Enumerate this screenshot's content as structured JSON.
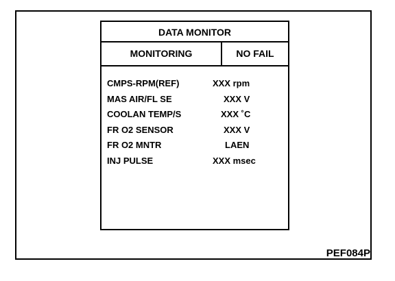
{
  "screen": {
    "title": "DATA MONITOR",
    "tab_label": "MONITORING",
    "status": "NO FAIL"
  },
  "items": [
    {
      "label": "CMPS-RPM(REF)",
      "value": "XXX rpm"
    },
    {
      "label": "MAS AIR/FL SE",
      "value": "XXX V"
    },
    {
      "label": "COOLAN TEMP/S",
      "value": "XXX ˚C"
    },
    {
      "label": "FR O2 SENSOR",
      "value": "XXX V"
    },
    {
      "label": "FR O2 MNTR",
      "value": "LAEN"
    },
    {
      "label": "INJ PULSE",
      "value": "XXX msec"
    }
  ],
  "figure_code": "PEF084P"
}
